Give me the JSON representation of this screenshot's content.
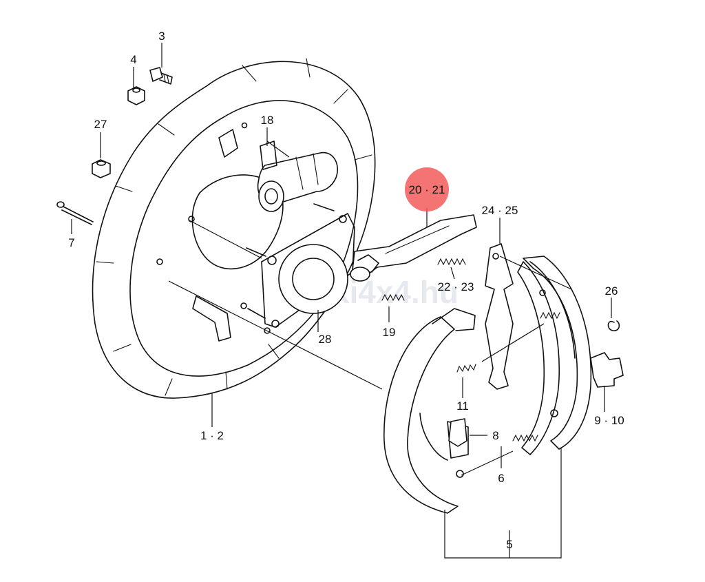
{
  "diagram": {
    "callouts": [
      {
        "id": "3",
        "text": "3"
      },
      {
        "id": "4",
        "text": "4"
      },
      {
        "id": "27",
        "text": "27"
      },
      {
        "id": "18",
        "text": "18"
      },
      {
        "id": "7",
        "text": "7"
      },
      {
        "id": "20-21",
        "text": "20 · 21",
        "highlighted": true
      },
      {
        "id": "24-25",
        "text": "24 · 25"
      },
      {
        "id": "22-23",
        "text": "22 · 23"
      },
      {
        "id": "19",
        "text": "19"
      },
      {
        "id": "26",
        "text": "26"
      },
      {
        "id": "28",
        "text": "28"
      },
      {
        "id": "11",
        "text": "11"
      },
      {
        "id": "9-10",
        "text": "9 · 10"
      },
      {
        "id": "8",
        "text": "8"
      },
      {
        "id": "1-2",
        "text": "1 · 2"
      },
      {
        "id": "6",
        "text": "6"
      },
      {
        "id": "5",
        "text": "5"
      }
    ],
    "highlight_color": "#f25c5c",
    "line_color": "#111111",
    "watermark": "Suzuki4x4.hu"
  }
}
